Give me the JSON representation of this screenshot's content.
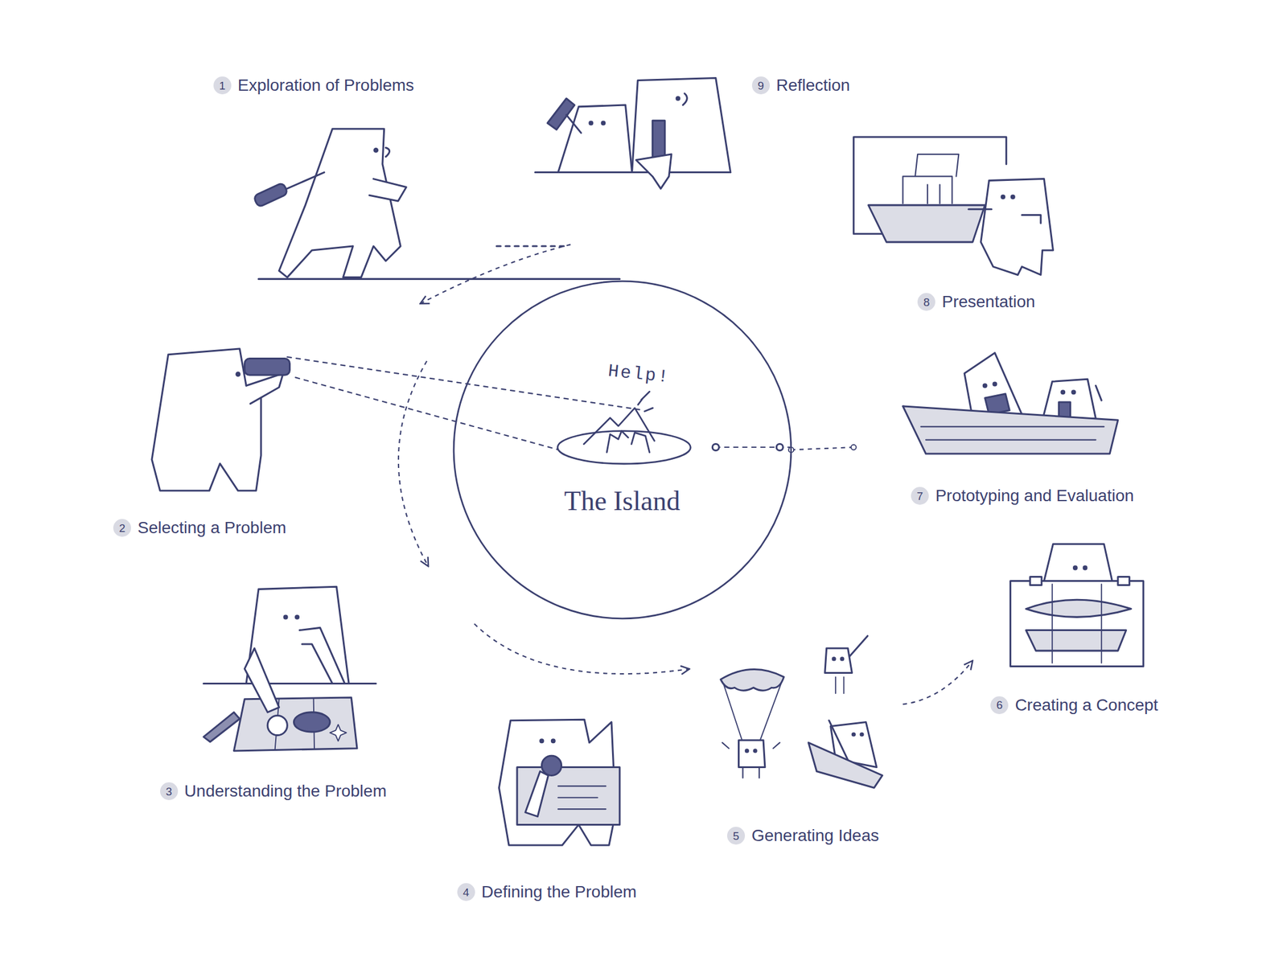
{
  "diagram": {
    "nodes": [
      {
        "text": [
          "1",
          "Exploration of Problems"
        ]
      },
      {
        "text": [
          "2",
          "Selecting a Problem"
        ]
      },
      {
        "text": [
          "3",
          "Understanding the Problem"
        ]
      },
      {
        "text": [
          "4",
          "Defining the Problem"
        ]
      },
      {
        "text": [
          "5",
          "Generating Ideas"
        ]
      },
      {
        "text": [
          "6",
          "Creating a Concept"
        ]
      },
      {
        "text": [
          "7",
          "Prototyping and Evaluation"
        ]
      },
      {
        "text": [
          "8",
          "Presentation"
        ]
      },
      {
        "text": [
          "9",
          "Reflection"
        ]
      },
      {
        "text": [
          "Help!",
          "The Island"
        ]
      }
    ],
    "edges": [
      {
        "from": 0,
        "to": 1,
        "arrow": "to"
      },
      {
        "from": 1,
        "to": 2,
        "arrow": "to"
      },
      {
        "from": 3,
        "to": 4,
        "arrow": "to"
      },
      {
        "from": 4,
        "to": 5,
        "arrow": "to"
      },
      {
        "from": 9,
        "to": 6,
        "arrow": "none"
      }
    ]
  }
}
